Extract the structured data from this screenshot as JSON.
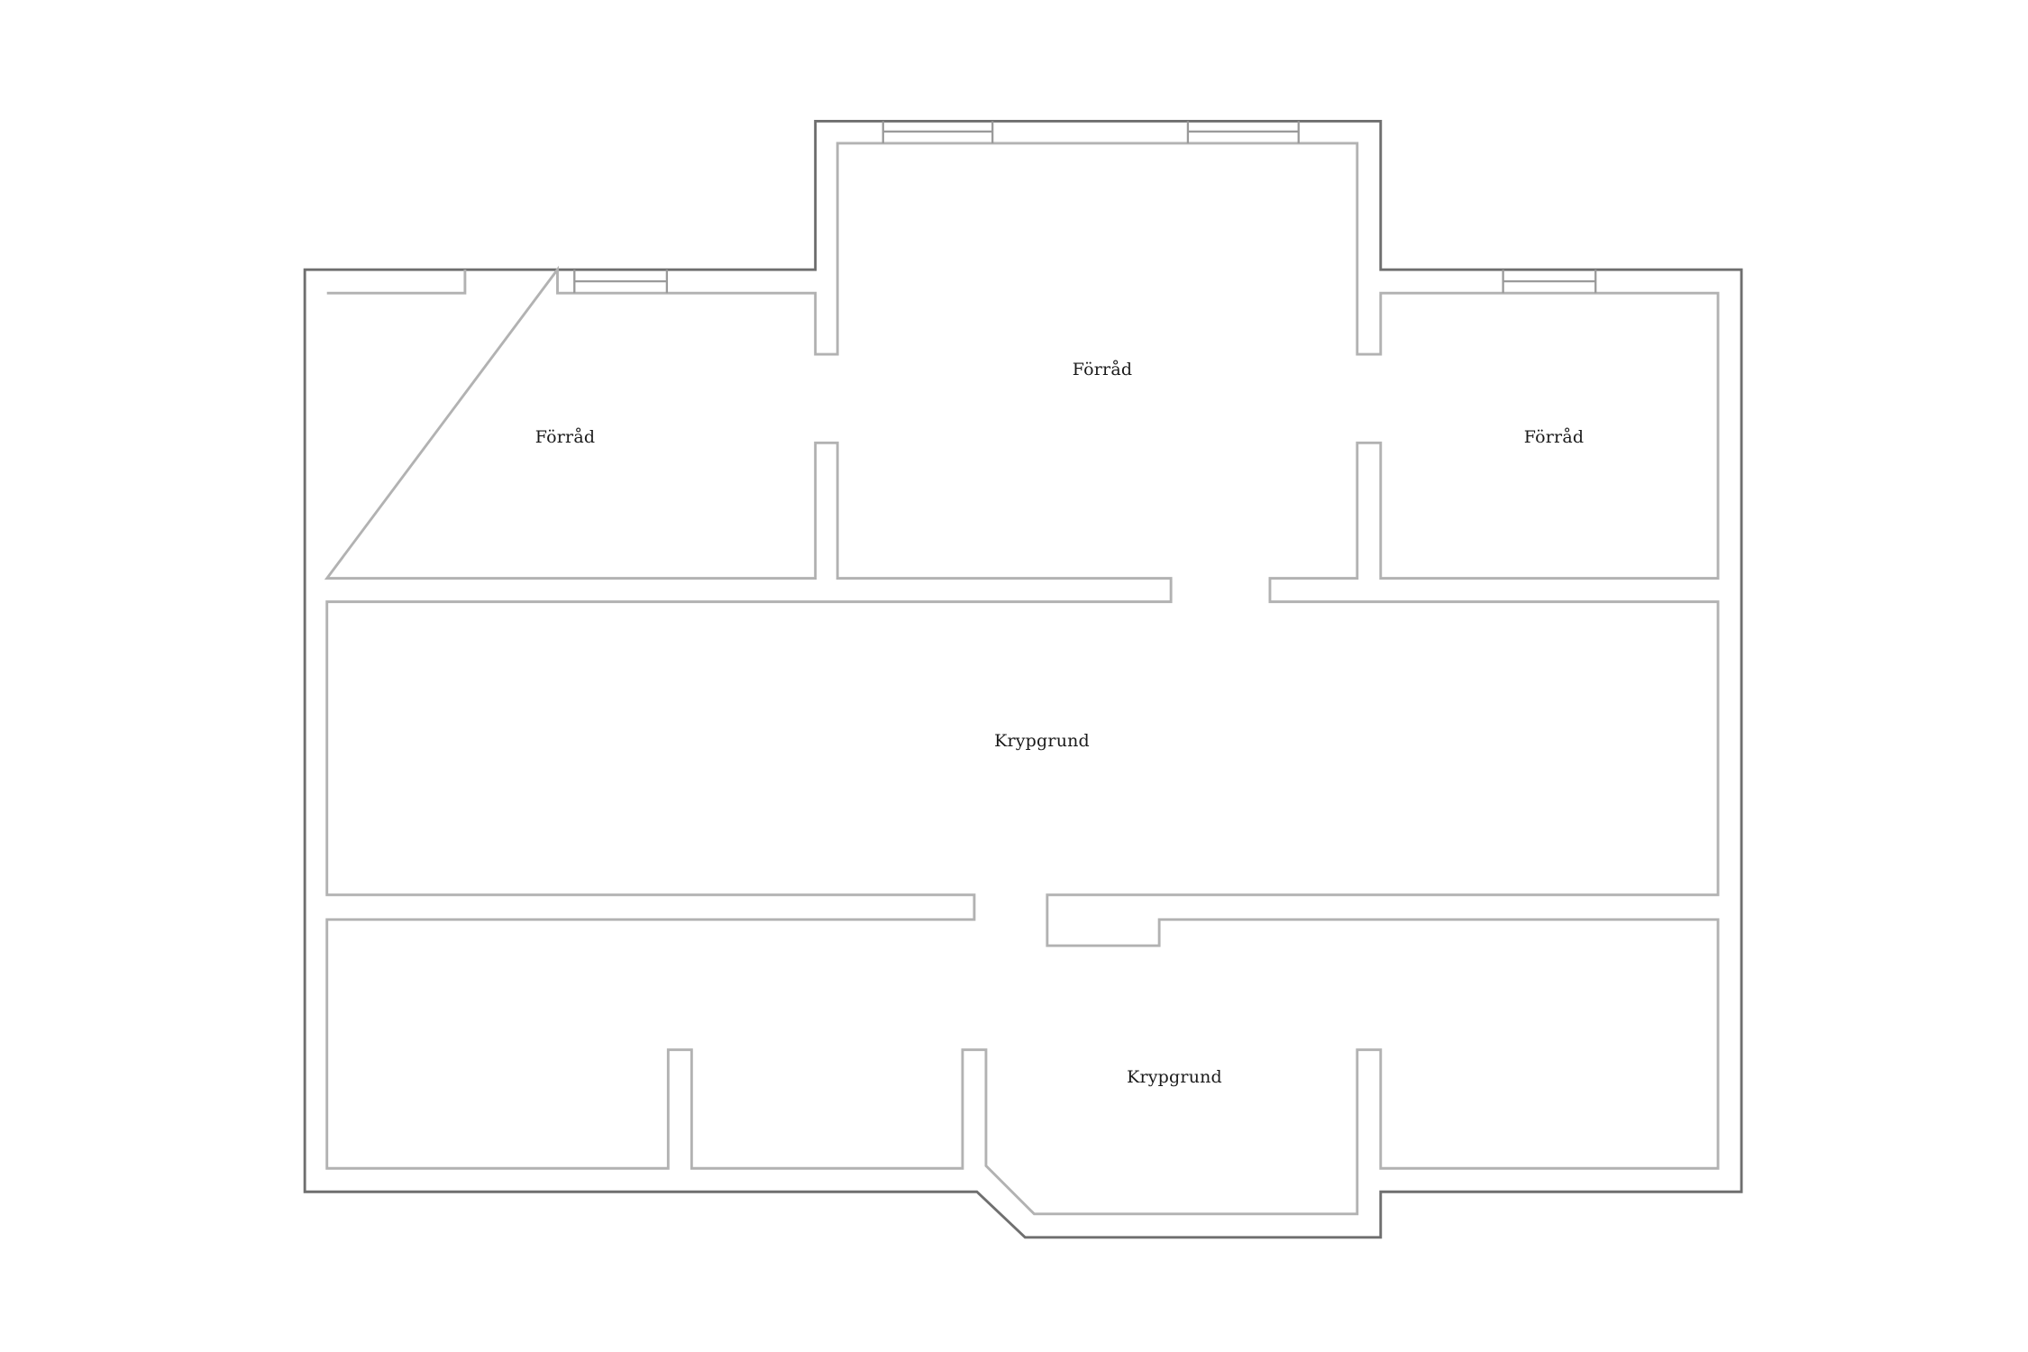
{
  "floorplan": {
    "rooms": [
      {
        "id": "storage-west",
        "label": "Förråd"
      },
      {
        "id": "storage-center",
        "label": "Förråd"
      },
      {
        "id": "storage-east",
        "label": "Förråd"
      },
      {
        "id": "crawlspace-middle",
        "label": "Krypgrund"
      },
      {
        "id": "crawlspace-south",
        "label": "Krypgrund"
      }
    ],
    "colors": {
      "outer_wall": "#6f6f6f",
      "inner_wall": "#b2b2b2",
      "window": "#9a9a9a",
      "label_text": "#1a1a1a",
      "background": "#ffffff"
    }
  }
}
